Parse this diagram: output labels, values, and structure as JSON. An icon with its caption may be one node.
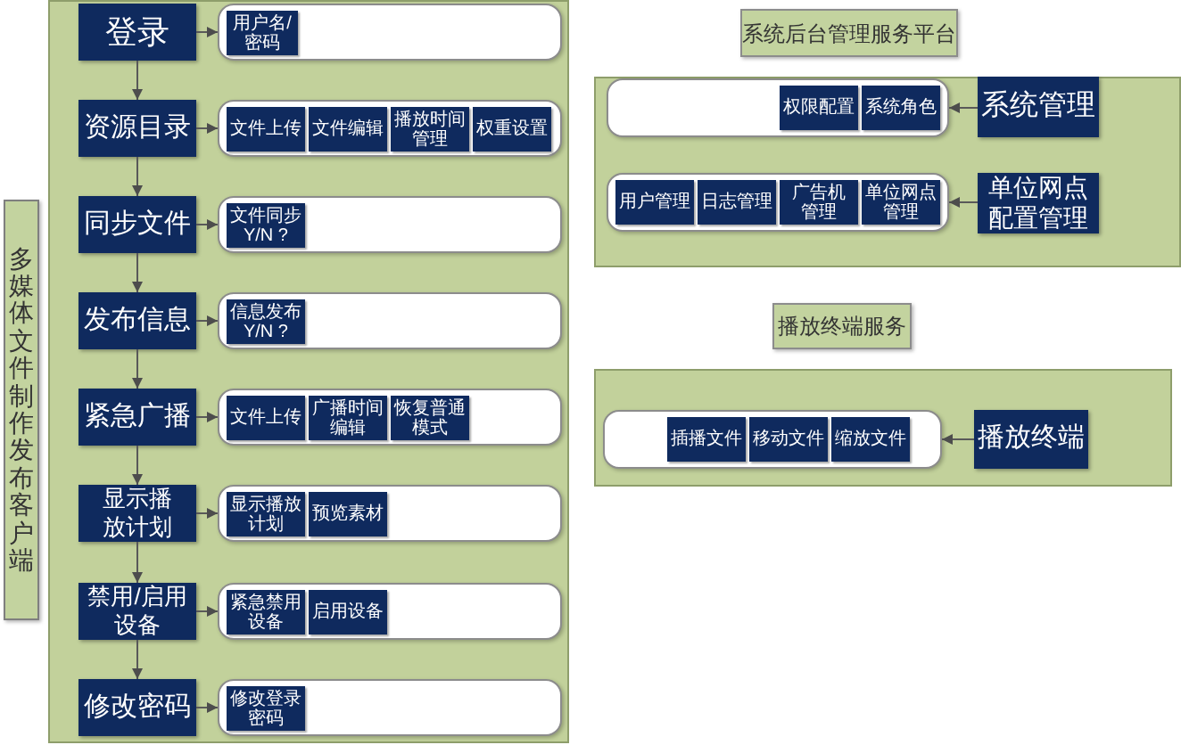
{
  "diagram": {
    "nodes": [
      {
        "text": [
          "多媒体文件制作发布客户端"
        ]
      },
      {
        "text": [],
        "shape": "box"
      },
      {
        "text": [
          "登录"
        ],
        "in": 1
      },
      {
        "text": [],
        "shape": "box",
        "in": 1
      },
      {
        "text": [
          "用户名/密码"
        ],
        "in": 3
      },
      {
        "text": [
          "资源目录"
        ],
        "in": 1
      },
      {
        "text": [],
        "shape": "box",
        "in": 1
      },
      {
        "text": [
          "文件上传"
        ],
        "in": 6
      },
      {
        "text": [
          "文件编辑"
        ],
        "in": 6
      },
      {
        "text": [
          "播放时间管理"
        ],
        "in": 6
      },
      {
        "text": [
          "权重设置"
        ],
        "in": 6
      },
      {
        "text": [
          "同步文件"
        ],
        "in": 1
      },
      {
        "text": [],
        "shape": "box",
        "in": 1
      },
      {
        "text": [
          "文件同步 Y/N ?"
        ],
        "in": 12
      },
      {
        "text": [
          "发布信息"
        ],
        "in": 1
      },
      {
        "text": [],
        "shape": "box",
        "in": 1
      },
      {
        "text": [
          "信息发布 Y/N ?"
        ],
        "in": 15
      },
      {
        "text": [
          "紧急广播"
        ],
        "in": 1
      },
      {
        "text": [],
        "shape": "box",
        "in": 1
      },
      {
        "text": [
          "文件上传"
        ],
        "in": 18
      },
      {
        "text": [
          "广播时间编辑"
        ],
        "in": 18
      },
      {
        "text": [
          "恢复普通模式"
        ],
        "in": 18
      },
      {
        "text": [
          "显示播放计划"
        ],
        "in": 1
      },
      {
        "text": [],
        "shape": "box",
        "in": 1
      },
      {
        "text": [
          "显示播放计划"
        ],
        "in": 23
      },
      {
        "text": [
          "预览素材"
        ],
        "in": 23
      },
      {
        "text": [
          "禁用/启用设备"
        ],
        "in": 1
      },
      {
        "text": [],
        "shape": "box",
        "in": 1
      },
      {
        "text": [
          "紧急禁用设备"
        ],
        "in": 27
      },
      {
        "text": [
          "启用设备"
        ],
        "in": 27
      },
      {
        "text": [
          "修改密码"
        ],
        "in": 1
      },
      {
        "text": [],
        "shape": "box",
        "in": 1
      },
      {
        "text": [
          "修改登录密码"
        ],
        "in": 31
      },
      {
        "text": [
          "系统后台管理服务平台"
        ]
      },
      {
        "text": [],
        "shape": "box"
      },
      {
        "text": [],
        "shape": "box",
        "in": 34
      },
      {
        "text": [
          "权限配置"
        ],
        "in": 35
      },
      {
        "text": [
          "系统角色"
        ],
        "in": 35
      },
      {
        "text": [
          "系统管理"
        ],
        "in": 34
      },
      {
        "text": [],
        "shape": "box",
        "in": 34
      },
      {
        "text": [
          "用户管理"
        ],
        "in": 39
      },
      {
        "text": [
          "日志管理"
        ],
        "in": 39
      },
      {
        "text": [
          "广告机管理"
        ],
        "in": 39
      },
      {
        "text": [
          "单位网点管理"
        ],
        "in": 39
      },
      {
        "text": [
          "单位网点配置管理"
        ],
        "in": 34
      },
      {
        "text": [
          "播放终端服务"
        ]
      },
      {
        "text": [],
        "shape": "box"
      },
      {
        "text": [],
        "shape": "box",
        "in": 46
      },
      {
        "text": [
          "插播文件"
        ],
        "in": 47
      },
      {
        "text": [
          "移动文件"
        ],
        "in": 47
      },
      {
        "text": [
          "缩放文件"
        ],
        "in": 47
      },
      {
        "text": [
          "播放终端"
        ],
        "in": 46
      }
    ],
    "edges": [
      {
        "from": 2,
        "to": 3,
        "arrow": "to"
      },
      {
        "from": 2,
        "to": 5,
        "arrow": "to"
      },
      {
        "from": 5,
        "to": 6,
        "arrow": "to"
      },
      {
        "from": 5,
        "to": 11,
        "arrow": "to"
      },
      {
        "from": 11,
        "to": 12,
        "arrow": "to"
      },
      {
        "from": 11,
        "to": 14,
        "arrow": "to"
      },
      {
        "from": 14,
        "to": 15,
        "arrow": "to"
      },
      {
        "from": 14,
        "to": 17,
        "arrow": "to"
      },
      {
        "from": 17,
        "to": 18,
        "arrow": "to"
      },
      {
        "from": 17,
        "to": 22,
        "arrow": "to"
      },
      {
        "from": 22,
        "to": 23,
        "arrow": "to"
      },
      {
        "from": 22,
        "to": 26,
        "arrow": "to"
      },
      {
        "from": 26,
        "to": 27,
        "arrow": "to"
      },
      {
        "from": 26,
        "to": 30,
        "arrow": "to"
      },
      {
        "from": 30,
        "to": 31,
        "arrow": "to"
      },
      {
        "from": 38,
        "to": 35,
        "arrow": "to"
      },
      {
        "from": 44,
        "to": 39,
        "arrow": "to"
      },
      {
        "from": 51,
        "to": 47,
        "arrow": "to"
      }
    ]
  }
}
